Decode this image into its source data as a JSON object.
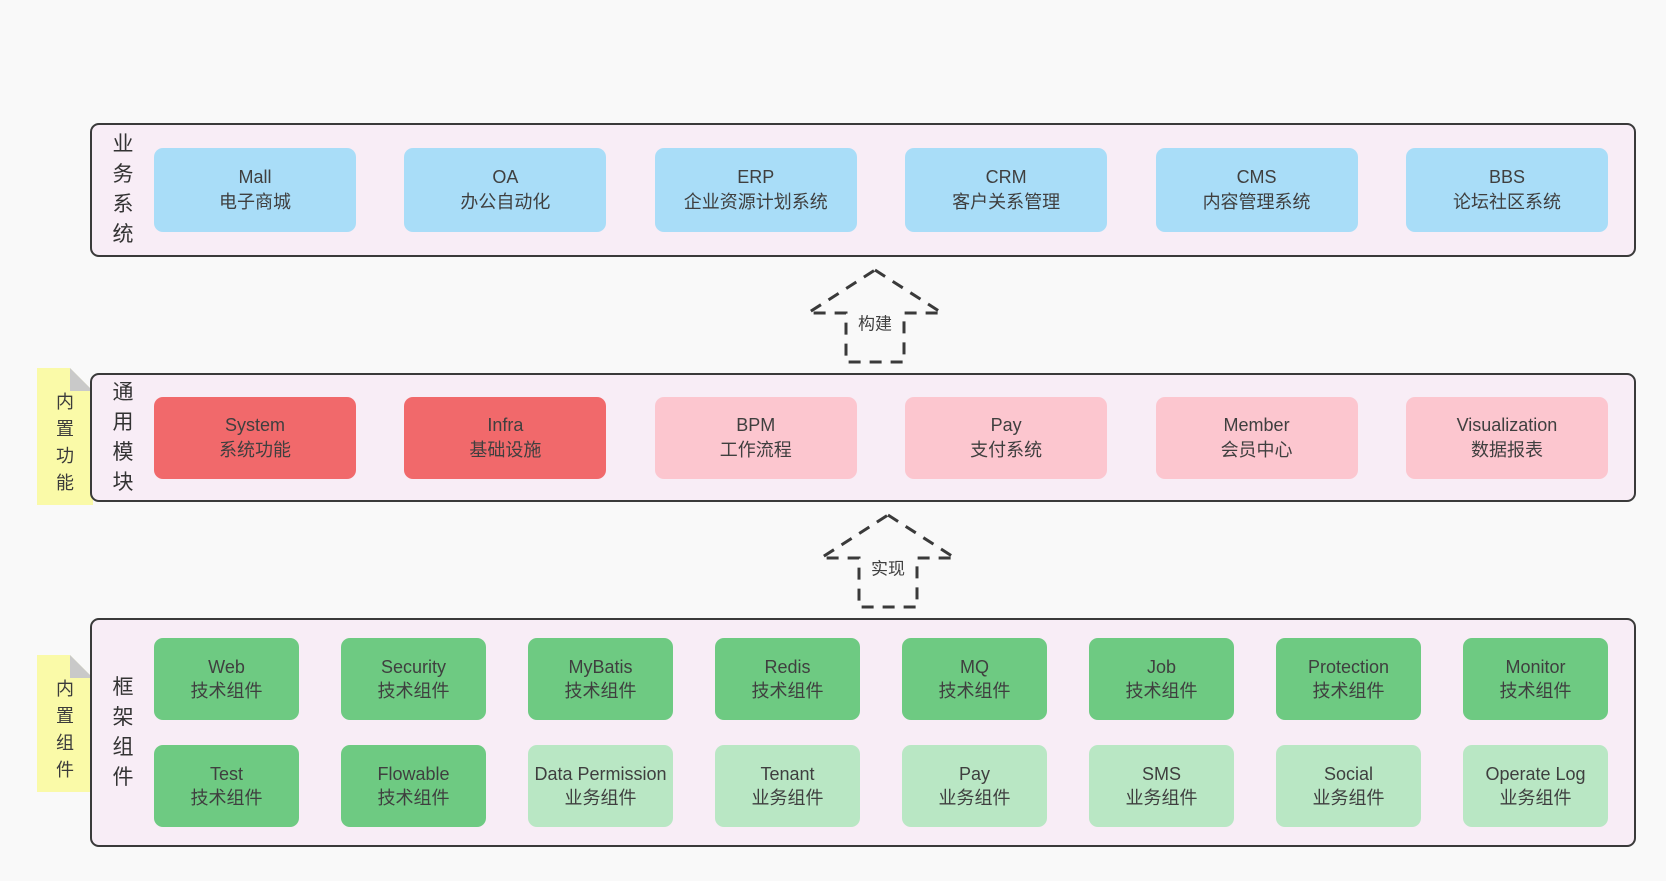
{
  "colors": {
    "page_bg": "#f9f9f9",
    "panel_bg": "#f8edf6",
    "panel_border": "#3a3a3a",
    "blue": "#a9ddf8",
    "red": "#f1696b",
    "pink": "#fcc6cf",
    "green": "#6eca82",
    "lightgreen": "#b9e7c4",
    "note_bg": "#fafaa8",
    "note_fold": "#c9c9c9",
    "text": "#3f3f3f"
  },
  "arrows": [
    {
      "label": "构建"
    },
    {
      "label": "实现"
    }
  ],
  "sections": [
    {
      "label": "业务系统",
      "rows": [
        [
          {
            "title": "Mall",
            "subtitle": "电子商城",
            "type": "blue"
          },
          {
            "title": "OA",
            "subtitle": "办公自动化",
            "type": "blue"
          },
          {
            "title": "ERP",
            "subtitle": "企业资源计划系统",
            "type": "blue"
          },
          {
            "title": "CRM",
            "subtitle": "客户关系管理",
            "type": "blue"
          },
          {
            "title": "CMS",
            "subtitle": "内容管理系统",
            "type": "blue"
          },
          {
            "title": "BBS",
            "subtitle": "论坛社区系统",
            "type": "blue"
          }
        ]
      ]
    },
    {
      "label": "通用模块",
      "note": "内置功能",
      "rows": [
        [
          {
            "title": "System",
            "subtitle": "系统功能",
            "type": "red"
          },
          {
            "title": "Infra",
            "subtitle": "基础设施",
            "type": "red"
          },
          {
            "title": "BPM",
            "subtitle": "工作流程",
            "type": "pink"
          },
          {
            "title": "Pay",
            "subtitle": "支付系统",
            "type": "pink"
          },
          {
            "title": "Member",
            "subtitle": "会员中心",
            "type": "pink"
          },
          {
            "title": "Visualization",
            "subtitle": "数据报表",
            "type": "pink"
          }
        ]
      ]
    },
    {
      "label": "框架组件",
      "note": "内置组件",
      "rows": [
        [
          {
            "title": "Web",
            "subtitle": "技术组件",
            "type": "green"
          },
          {
            "title": "Security",
            "subtitle": "技术组件",
            "type": "green"
          },
          {
            "title": "MyBatis",
            "subtitle": "技术组件",
            "type": "green"
          },
          {
            "title": "Redis",
            "subtitle": "技术组件",
            "type": "green"
          },
          {
            "title": "MQ",
            "subtitle": "技术组件",
            "type": "green"
          },
          {
            "title": "Job",
            "subtitle": "技术组件",
            "type": "green"
          },
          {
            "title": "Protection",
            "subtitle": "技术组件",
            "type": "green"
          },
          {
            "title": "Monitor",
            "subtitle": "技术组件",
            "type": "green"
          }
        ],
        [
          {
            "title": "Test",
            "subtitle": "技术组件",
            "type": "green"
          },
          {
            "title": "Flowable",
            "subtitle": "技术组件",
            "type": "green"
          },
          {
            "title": "Data Permission",
            "subtitle": "业务组件",
            "type": "lightgreen"
          },
          {
            "title": "Tenant",
            "subtitle": "业务组件",
            "type": "lightgreen"
          },
          {
            "title": "Pay",
            "subtitle": "业务组件",
            "type": "lightgreen"
          },
          {
            "title": "SMS",
            "subtitle": "业务组件",
            "type": "lightgreen"
          },
          {
            "title": "Social",
            "subtitle": "业务组件",
            "type": "lightgreen"
          },
          {
            "title": "Operate Log",
            "subtitle": "业务组件",
            "type": "lightgreen"
          }
        ]
      ]
    }
  ]
}
